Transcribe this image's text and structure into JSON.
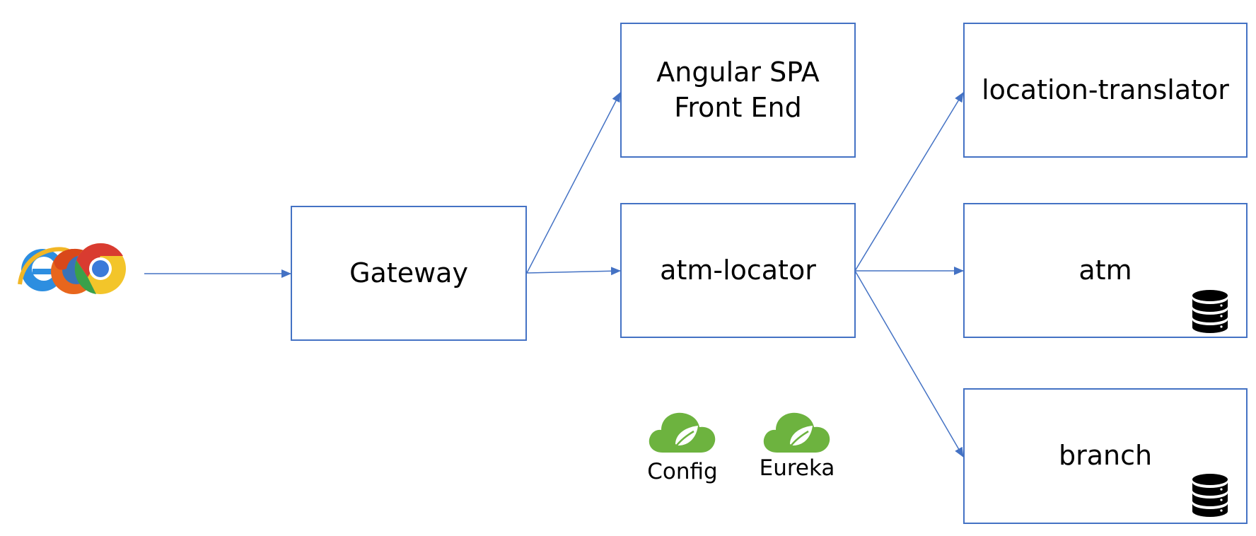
{
  "nodes": {
    "gateway": {
      "label": "Gateway"
    },
    "spa": {
      "label": "Angular SPA\nFront End"
    },
    "atm_locator": {
      "label": "atm-locator"
    },
    "location_translator": {
      "label": "location-translator"
    },
    "atm": {
      "label": "atm",
      "icon": "database-icon"
    },
    "branch": {
      "label": "branch",
      "icon": "database-icon"
    }
  },
  "client": {
    "icon": "web-browsers-icon"
  },
  "infrastructure": [
    {
      "label": "Config",
      "icon": "spring-cloud-icon"
    },
    {
      "label": "Eureka",
      "icon": "spring-cloud-icon"
    }
  ],
  "edges": [
    {
      "from": "client",
      "to": "gateway"
    },
    {
      "from": "gateway",
      "to": "spa"
    },
    {
      "from": "gateway",
      "to": "atm_locator"
    },
    {
      "from": "atm_locator",
      "to": "location_translator"
    },
    {
      "from": "atm_locator",
      "to": "atm"
    },
    {
      "from": "atm_locator",
      "to": "branch"
    }
  ],
  "colors": {
    "box_border": "#4472c4",
    "arrow": "#4472c4",
    "spring_green": "#6db33f",
    "database": "#000000"
  }
}
